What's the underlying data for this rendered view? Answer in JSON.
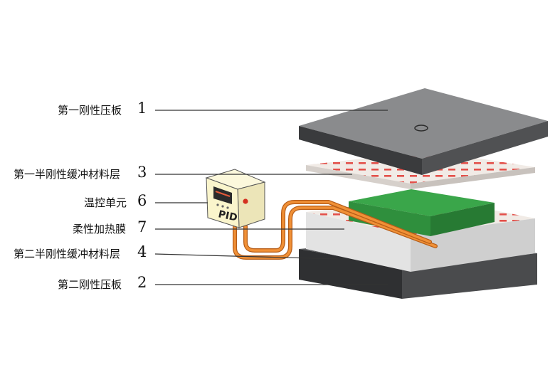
{
  "labels": [
    {
      "id": "top-plate",
      "text": "第一刚性压板",
      "num": "1"
    },
    {
      "id": "upper-buffer",
      "text": "第一半刚性缓冲材料层",
      "num": "3"
    },
    {
      "id": "temp-control",
      "text": "温控单元",
      "num": "6"
    },
    {
      "id": "heating-film",
      "text": "柔性加热膜",
      "num": "7"
    },
    {
      "id": "lower-buffer",
      "text": "第二半刚性缓冲材料层",
      "num": "4"
    },
    {
      "id": "bottom-plate",
      "text": "第二刚性压板",
      "num": "2"
    }
  ],
  "controller": {
    "badge": "PID"
  },
  "colors": {
    "plate_top": "#8a8b8d",
    "plate_side": "#3f4042",
    "buffer_top": "#f1ebe6",
    "heating_dash": "#e0352f",
    "sample_top": "#3aa64a",
    "sample_side": "#2a8a3a",
    "base_side": "#d9d9d9",
    "cable": "#e9852b",
    "controller_body": "#faf5cc"
  }
}
